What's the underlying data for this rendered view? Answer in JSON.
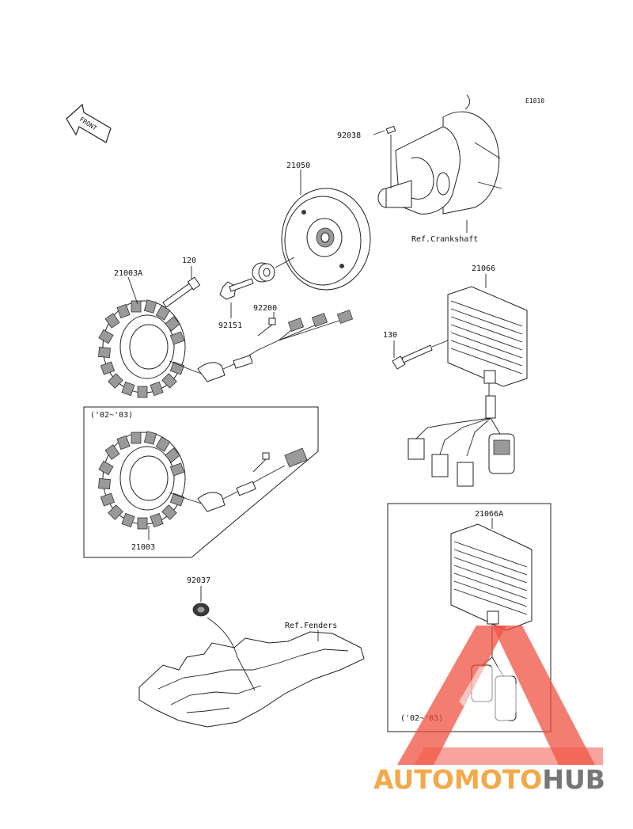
{
  "diagram_code": "E1810",
  "front_label": "FRONT",
  "labels": {
    "p92038": "92038",
    "p21050": "21050",
    "ref_crankshaft": "Ref.Crankshaft",
    "p120": "120",
    "p21003A": "21003A",
    "p92151": "92151",
    "p92200": "92200",
    "p21066": "21066",
    "p130": "130",
    "year_box_left": "('02~'03)",
    "p21003": "21003",
    "p92037": "92037",
    "ref_fenders": "Ref.Fenders",
    "p21066A": "21066A",
    "year_box_right": "('02~'03)"
  },
  "watermark": {
    "part1": "AUTOMOTO",
    "part2": "HUB",
    "color_primary": "#f04a3a",
    "color_secondary": "#f2a23a",
    "color_dark": "#6b6b6b"
  }
}
